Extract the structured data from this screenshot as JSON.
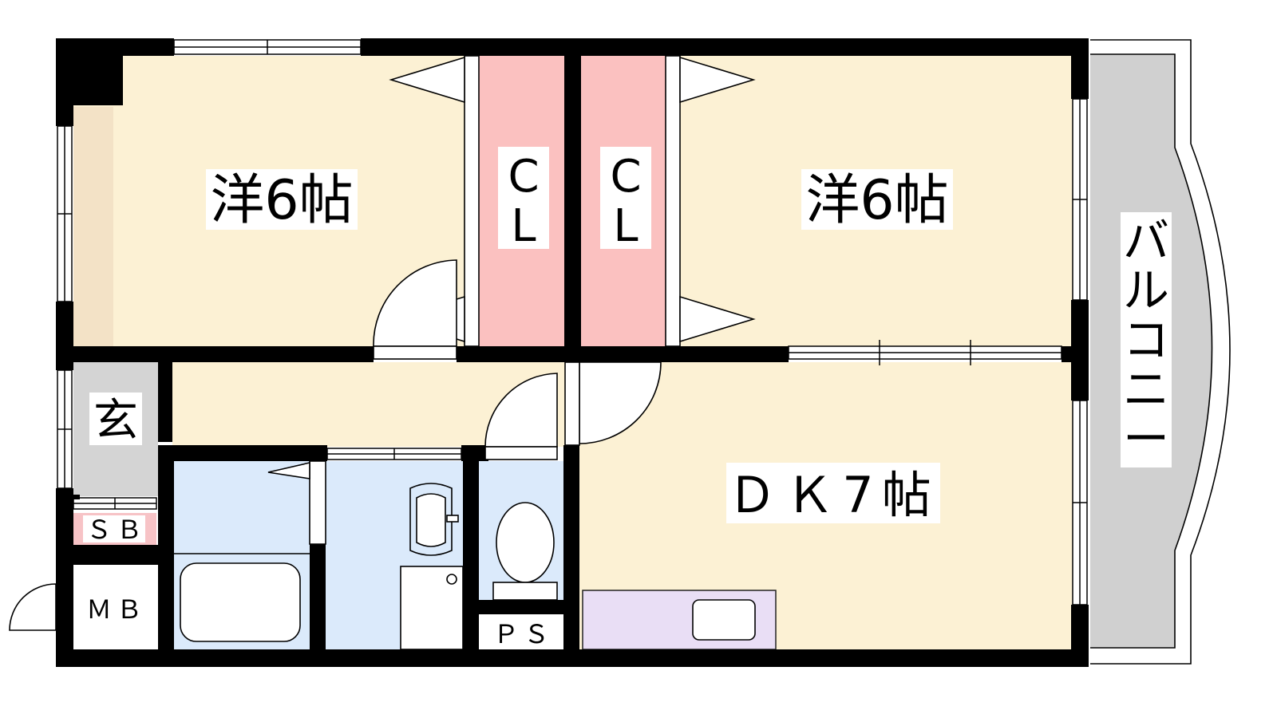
{
  "rooms": {
    "western_left": "洋6帖",
    "western_right": "洋6帖",
    "dk": "ＤＫ7帖",
    "closet_left_1": "C",
    "closet_left_2": "L",
    "closet_right_1": "C",
    "closet_right_2": "L",
    "entrance": "玄",
    "shoe_box": "ＳＢ",
    "meter_box": "ＭＢ",
    "pipe_space": "ＰＳ",
    "balcony": [
      "バ",
      "ル",
      "コ",
      "ニ",
      "ー"
    ]
  },
  "colors": {
    "wall": "#000000",
    "western_room": "#fcf1d4",
    "closet": "#fbc1c0",
    "wet_area": "#dbeafb",
    "entrance": "#d4d4d4",
    "balcony": "#d0d0d0",
    "kitchen_counter": "#e9def5",
    "shoe_box": "#f7c3c6",
    "storage_shelf": "#f3e2c6"
  }
}
